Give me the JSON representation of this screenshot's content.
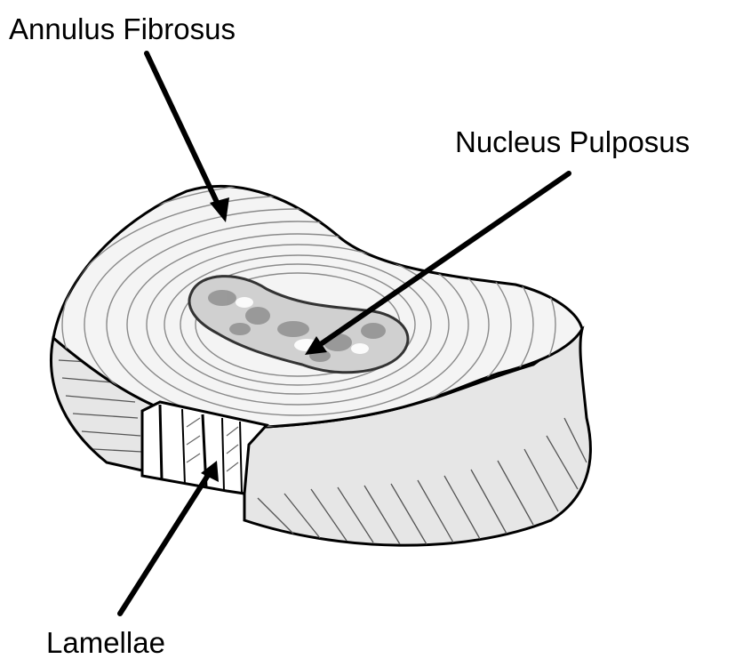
{
  "labels": {
    "annulus": "Annulus Fibrosus",
    "nucleus": "Nucleus Pulposus",
    "lamellae": "Lamellae"
  },
  "colors": {
    "ink": "#000000",
    "disc_fill": "#f4f4f4",
    "nucleus_fill": "#d0d0d0",
    "shadow": "#6e6e6e"
  }
}
